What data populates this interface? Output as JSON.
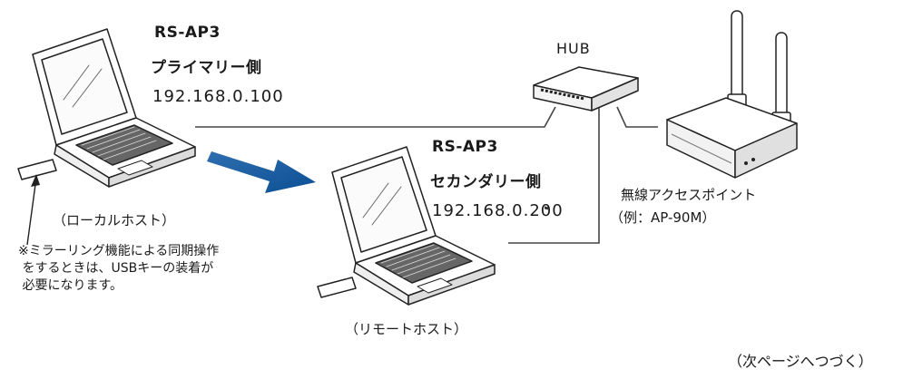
{
  "local_pc": {
    "model": "RS-AP3",
    "role": "プライマリー側",
    "ip": "192.168.0.100",
    "caption": "（ローカルホスト）"
  },
  "remote_pc": {
    "model": "RS-AP3",
    "role": "セカンダリー側",
    "ip": "192.168.0.200",
    "caption": "（リモートホスト）"
  },
  "hub": {
    "label": "HUB"
  },
  "access_point": {
    "label": "無線アクセスポイント",
    "example": "（例：AP-90M）"
  },
  "usb_note": "※ミラーリング機能による同期操作\n をするときは、USBキーの装着が\n 必要になります。",
  "footer": "（次ページへつづく）"
}
